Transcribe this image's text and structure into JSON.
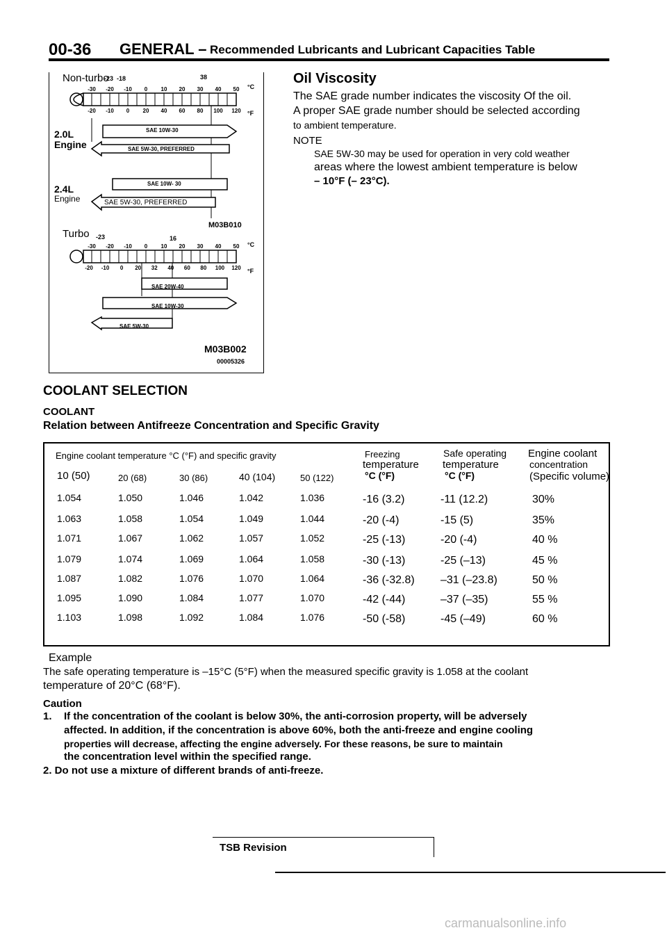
{
  "header": {
    "page_no": "00-36",
    "section": "GENERAL –",
    "title": "Recommended Lubricants and Lubricant Capacities Table"
  },
  "figure": {
    "nonturbo_label": "Non-turbo",
    "turbo_label": "Turbo",
    "engine_20l": "2.0L Engine",
    "engine_24l_a": "2.4L",
    "engine_24l_b": "Engine",
    "scale1_c": [
      "-30",
      "-20",
      "-10",
      "0",
      "10",
      "20",
      "30",
      "40",
      "50"
    ],
    "scale1_f": [
      "-20",
      "-10",
      "0",
      "20",
      "40",
      "60",
      "80",
      "100",
      "120"
    ],
    "scale1_marks": [
      "-23",
      "-18",
      "38"
    ],
    "unit_c": "°C",
    "unit_f": "°F",
    "bar_10w30": "SAE 10W-30",
    "bar_5w30_pref": "SAE 5W-30, PREFERRED",
    "bar_10w30_b": "SAE 10W- 30",
    "bar_5w30_pref_b": "SAE 5W-30, PREFERRED",
    "code1": "M03B010",
    "scale2_c": [
      "-30",
      "-20",
      "-10",
      "0",
      "10",
      "20",
      "30",
      "40",
      "50"
    ],
    "scale2_f": [
      "-20",
      "-10",
      "0",
      "20",
      "32",
      "40",
      "60",
      "80",
      "100",
      "120"
    ],
    "scale2_marks": [
      "-23",
      "16"
    ],
    "bar_20w40": "SAE 20W-40",
    "bar_10w30_c": "SAE 10W-30",
    "bar_5w30": "SAE 5W-30",
    "code2": "M03B002",
    "code3": "00005326"
  },
  "oil": {
    "heading": "Oil Viscosity",
    "p1": "The SAE grade number indicates the viscosity Of the oil.",
    "p2": "A proper SAE grade number should be selected according",
    "p3": "to ambient temperature.",
    "note_label": "NOTE",
    "note1": "SAE 5W-30 may be used for operation in very cold weather",
    "note2": "areas where the lowest ambient temperature is below",
    "note3": "– 10°F (– 23°C)."
  },
  "coolant": {
    "heading": "COOLANT SELECTION",
    "subheading": "COOLANT",
    "relation": "Relation between Antifreeze Concentration and Specific Gravity"
  },
  "table": {
    "h_group": "Engine coolant temperature °C (°F) and specific gravity",
    "h_freezing1": "Freezing",
    "h_freezing2": "temperature",
    "h_freezing3": "°C (°F)",
    "h_safe1": "Safe operating",
    "h_safe2": "temperature",
    "h_safe3": "°C (°F)",
    "h_conc1": "Engine coolant",
    "h_conc2": "concentration",
    "h_conc3": "(Specific volume)",
    "temps": [
      "10 (50)",
      "20 (68)",
      "30 (86)",
      "40 (104)",
      "50 (122)"
    ],
    "rows": [
      [
        "1.054",
        "1.050",
        "1.046",
        "1.042",
        "1.036",
        "-16 (3.2)",
        "-11 (12.2)",
        "30%"
      ],
      [
        "1.063",
        "1.058",
        "1.054",
        "1.049",
        "1.044",
        "-20 (-4)",
        "-15 (5)",
        "35%"
      ],
      [
        "1.071",
        "1.067",
        "1.062",
        "1.057",
        "1.052",
        "-25 (-13)",
        "-20 (-4)",
        "40 %"
      ],
      [
        "1.079",
        "1.074",
        "1.069",
        "1.064",
        "1.058",
        "-30 (-13)",
        "-25 (–13)",
        "45 %"
      ],
      [
        "1.087",
        "1.082",
        "1.076",
        "1.070",
        "1.064",
        "-36 (-32.8)",
        "–31 (–23.8)",
        "50 %"
      ],
      [
        "1.095",
        "1.090",
        "1.084",
        "1.077",
        "1.070",
        "-42 (-44)",
        "–37 (–35)",
        "55 %"
      ],
      [
        "1.103",
        "1.098",
        "1.092",
        "1.084",
        "1.076",
        "-50 (-58)",
        "-45 (–49)",
        "60 %"
      ]
    ]
  },
  "example": {
    "label": "Example",
    "line1": "The safe operating temperature is –15°C (5°F) when the measured specific gravity is 1.058 at the coolant",
    "line2": "temperature of 20°C (68°F)."
  },
  "caution": {
    "label": "Caution",
    "num1": "1.",
    "l1a": "If the concentration of the coolant is below 30%, the anti-corrosion property, will be adversely",
    "l1b": "affected. In addition, if the concentration is above 60%, both the anti-freeze and engine cooling",
    "l1c": "properties will decrease, affecting the engine adversely. For these reasons, be sure to maintain",
    "l1d": "the concentration level within the specified range.",
    "l2": "2. Do not use a mixture of different brands of anti-freeze."
  },
  "footer": {
    "tsb": "TSB Revision",
    "watermark": "carmanualsonline.info"
  }
}
